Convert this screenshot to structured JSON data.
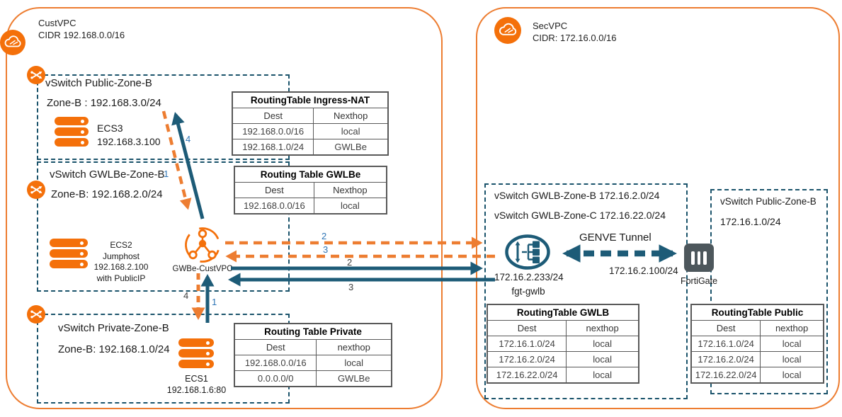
{
  "custvpc": {
    "label": "CustVPC",
    "cidr": "CIDR 192.168.0.0/16",
    "public_zone": {
      "title": "vSwitch Public-Zone-B",
      "subnet": "Zone-B : 192.168.3.0/24",
      "ecs_name": "ECS3",
      "ecs_ip": "192.168.3.100"
    },
    "gwlbe_zone": {
      "title": "vSwitch GWLBe-Zone-B",
      "subnet": "Zone-B: 192.168.2.0/24",
      "ecs_lines": [
        "ECS2",
        "Jumphost",
        "192.168.2.100",
        "with PublicIP"
      ],
      "endpoint_label": "GWBe-CustVPC"
    },
    "private_zone": {
      "title": "vSwitch Private-Zone-B",
      "subnet": "Zone-B: 192.168.1.0/24",
      "ecs_name": "ECS1",
      "ecs_ip": "192.168.1.6:80"
    }
  },
  "secvpc": {
    "label": "SecVPC",
    "cidr": "CIDR: 172.16.0.0/16",
    "gwlb_zone": {
      "title_zone_b": "vSwitch GWLB-Zone-B 172.16.2.0/24",
      "title_zone_c": "vSwitch GWLB-Zone-C 172.16.22.0/24",
      "gwlb_ip": "172.16.2.233/24",
      "gwlb_name": "fgt-gwlb"
    },
    "public_zone": {
      "title": "vSwitch Public-Zone-B",
      "subnet": "172.16.1.0/24"
    },
    "tunnel_label": "GENVE Tunnel",
    "fortigate_ip": "172.16.2.100/24",
    "fortigate_label": "FortiGate"
  },
  "tables": {
    "ingress_nat": {
      "title": "RoutingTable Ingress-NAT",
      "headers": [
        "Dest",
        "Nexthop"
      ],
      "rows": [
        [
          "192.168.0.0/16",
          "local"
        ],
        [
          "192.168.1.0/24",
          "GWLBe"
        ]
      ]
    },
    "gwlbe": {
      "title": "Routing Table  GWLBe",
      "headers": [
        "Dest",
        "Nexthop"
      ],
      "rows": [
        [
          "192.168.0.0/16",
          "local"
        ]
      ]
    },
    "private": {
      "title": "Routing Table Private",
      "headers": [
        "Dest",
        "nexthop"
      ],
      "rows": [
        [
          "192.168.0.0/16",
          "local"
        ],
        [
          "0.0.0.0/0",
          "GWLBe"
        ]
      ]
    },
    "gwlb": {
      "title": "RoutingTable GWLB",
      "headers": [
        "Dest",
        "nexthop"
      ],
      "rows": [
        [
          "172.16.1.0/24",
          "local"
        ],
        [
          "172.16.2.0/24",
          "local"
        ],
        [
          "172.16.22.0/24",
          "local"
        ]
      ]
    },
    "public": {
      "title": "RoutingTable Public",
      "headers": [
        "Dest",
        "nexthop"
      ],
      "rows": [
        [
          "172.16.1.0/24",
          "local"
        ],
        [
          "172.16.2.0/24",
          "local"
        ],
        [
          "172.16.22.0/24",
          "local"
        ]
      ]
    }
  },
  "flow_steps": {
    "ecs3_to_gwlbe_down": "1",
    "gwlbe_to_ecs3_up": "4",
    "orange_right": "2",
    "orange_left": "3",
    "blue_right": "2",
    "blue_left": "3",
    "gwlbe_to_ecs1_down": "4",
    "ecs1_to_gwlbe_up": "1"
  },
  "icons": {
    "vpc_cloud": "vpc-cloud-icon",
    "vswitch": "vswitch-shuffle-icon",
    "ecs": "ecs-server-stack-icon",
    "gwlb_endpoint": "gwlb-endpoint-icon",
    "gwlb": "gateway-load-balancer-icon",
    "fortigate": "fortigate-appliance-icon"
  },
  "colors": {
    "orange_accent": "#ED7D31",
    "icon_orange": "#F4700A",
    "teal_arrow": "#1D5B77",
    "dash_border": "#1A536B",
    "blue_step_label": "#2E75B6",
    "dark_step_label": "#404040",
    "fortigate_gray": "#4D575C"
  }
}
